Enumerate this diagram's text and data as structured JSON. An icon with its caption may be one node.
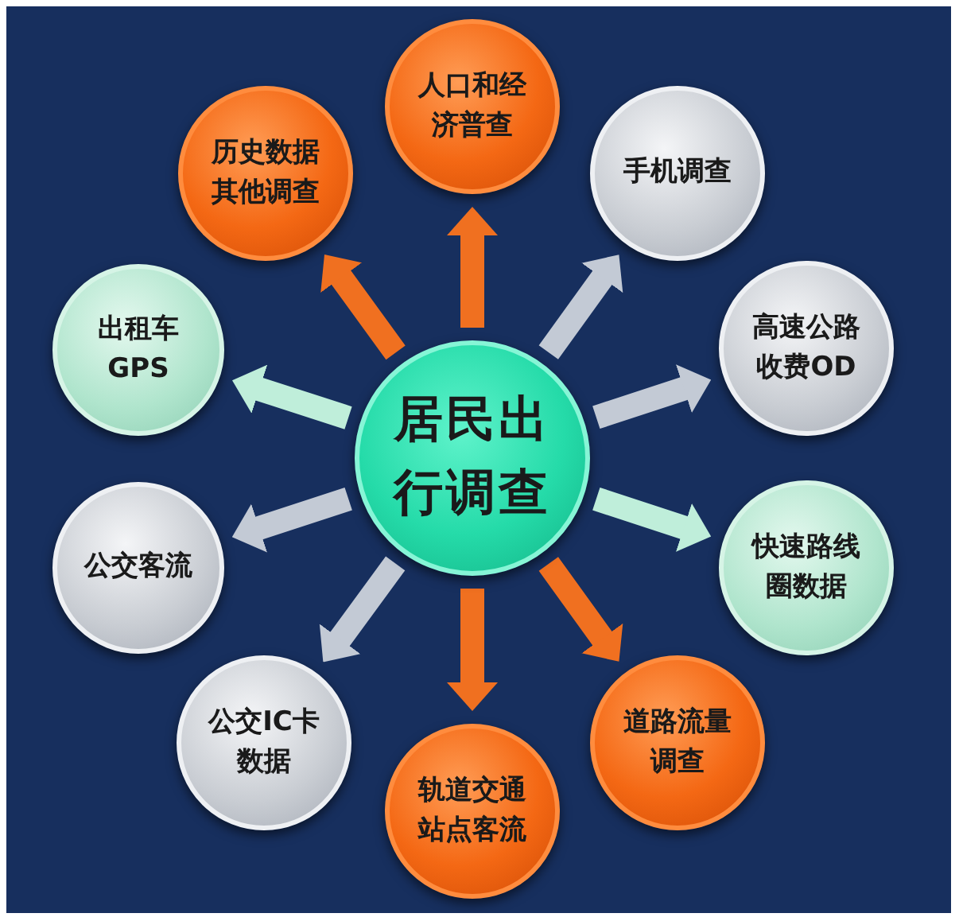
{
  "diagram": {
    "nodes": [
      {
        "text": [
          "居民出行调查"
        ]
      },
      {
        "text": [
          "人口和经济普查"
        ]
      },
      {
        "text": [
          "手机调查"
        ]
      },
      {
        "text": [
          "高速公路收费OD"
        ]
      },
      {
        "text": [
          "快速路线圈数据"
        ]
      },
      {
        "text": [
          "道路流量调查"
        ]
      },
      {
        "text": [
          "轨道交通站点客流"
        ]
      },
      {
        "text": [
          "公交IC卡数据"
        ]
      },
      {
        "text": [
          "公交客流"
        ]
      },
      {
        "text": [
          "出租车GPS"
        ]
      },
      {
        "text": [
          "历史数据其他调查"
        ]
      }
    ],
    "edges": [
      {
        "from": 0,
        "to": 1,
        "arrow": "to",
        "color": "#f07020"
      },
      {
        "from": 0,
        "to": 2,
        "arrow": "to",
        "color": "#c3cad5"
      },
      {
        "from": 0,
        "to": 3,
        "arrow": "to",
        "color": "#c3cad5"
      },
      {
        "from": 0,
        "to": 4,
        "arrow": "to",
        "color": "#bfeeda"
      },
      {
        "from": 0,
        "to": 5,
        "arrow": "to",
        "color": "#f07020"
      },
      {
        "from": 0,
        "to": 6,
        "arrow": "to",
        "color": "#f07020"
      },
      {
        "from": 0,
        "to": 7,
        "arrow": "to",
        "color": "#c3cad5"
      },
      {
        "from": 0,
        "to": 8,
        "arrow": "to",
        "color": "#c3cad5"
      },
      {
        "from": 0,
        "to": 9,
        "arrow": "to",
        "color": "#bfeeda"
      },
      {
        "from": 0,
        "to": 10,
        "arrow": "to",
        "color": "#f07020"
      }
    ]
  }
}
